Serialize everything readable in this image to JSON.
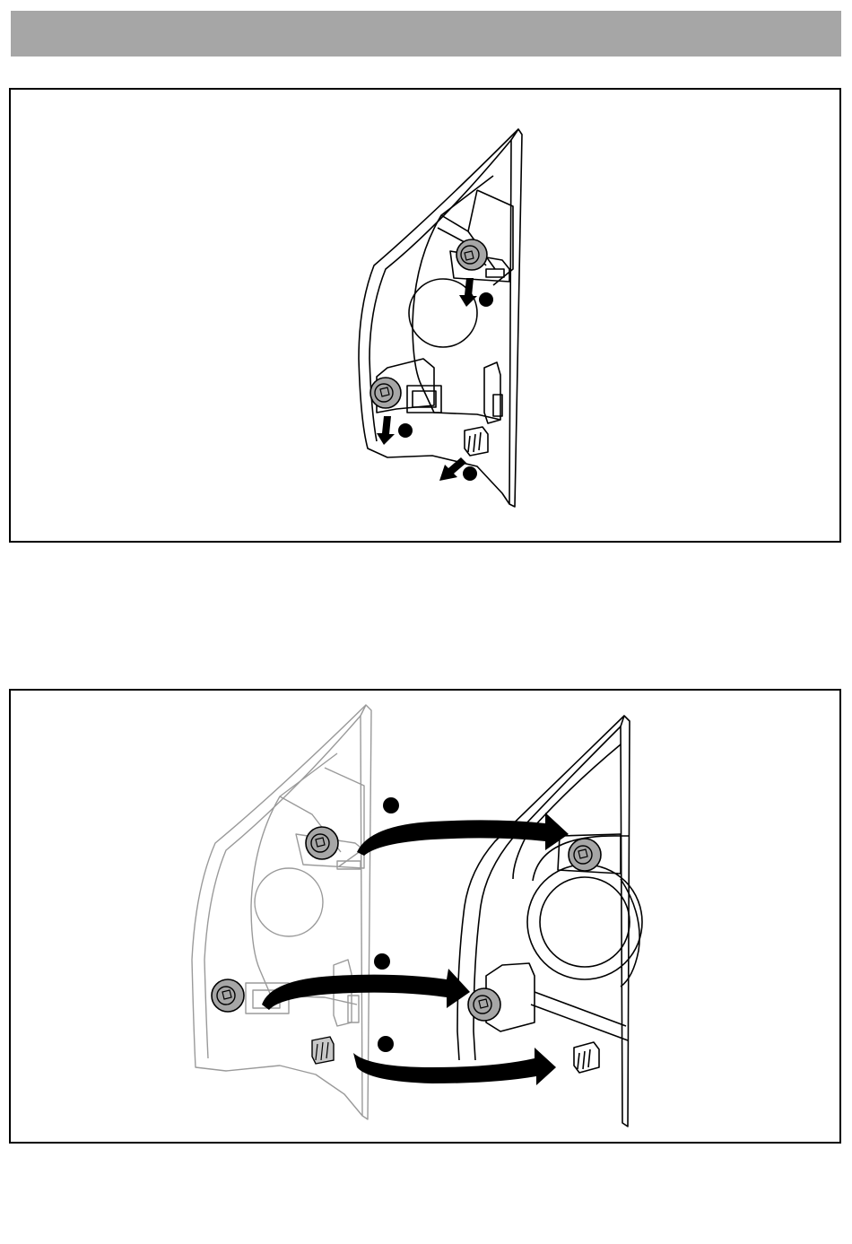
{
  "header": {
    "title": "",
    "color": "#a6a6a6"
  },
  "figures": [
    {
      "caption": "",
      "description_icons": [
        "tail-lamp-housing",
        "bulb-socket",
        "down-arrow",
        "wiring-connector"
      ]
    },
    {
      "caption": "",
      "description_icons": [
        "old-lamp-housing",
        "new-lamp-housing",
        "transfer-arrow",
        "bulb-socket"
      ]
    }
  ],
  "colors": {
    "socket_fill": "#a6a6a6",
    "line": "#000000",
    "faint_line": "#9a9a9a",
    "panel_bg": "#ffffff"
  }
}
